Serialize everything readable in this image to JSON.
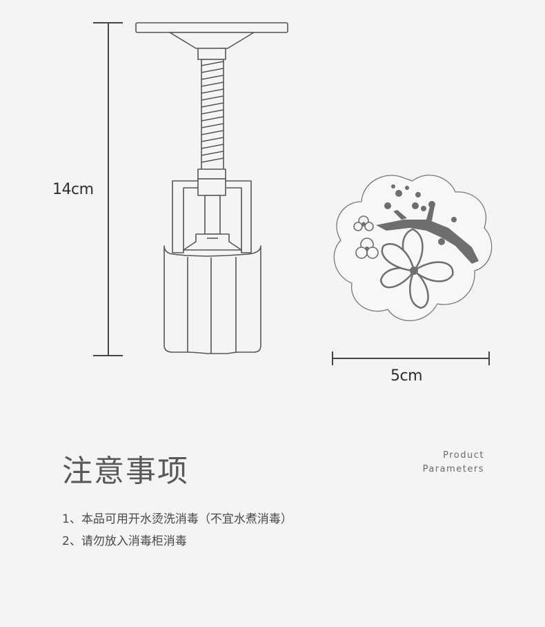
{
  "dimensions": {
    "height": "14cm",
    "width": "5cm"
  },
  "notes": {
    "title": "注意事项",
    "heading_en_line1": "Product",
    "heading_en_line2": "Parameters",
    "items": [
      "1、本品可用开水烫洗消毒（不宜水煮消毒）",
      "2、请勿放入消毒柜消毒"
    ]
  },
  "icons": {
    "tool": "mooncake-mold-press-icon",
    "stamp": "cherry-blossom-stamp-icon"
  },
  "colors": {
    "background": "#f4f4f4",
    "line": "#555555",
    "stamp_fill": "#6e6e6e",
    "text_dark": "#2e2e2e",
    "text_body": "#4a4a4a"
  }
}
